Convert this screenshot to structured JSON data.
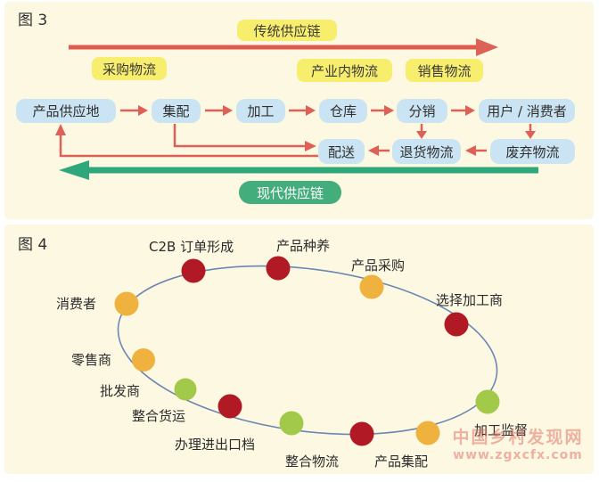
{
  "figure3": {
    "title": "图 3",
    "top_banner": "传统供应链",
    "stage_labels": [
      {
        "label": "采购物流"
      },
      {
        "label": "产业内物流"
      },
      {
        "label": "销售物流"
      }
    ],
    "main_flow": [
      "产品供应地",
      "集配",
      "加工",
      "仓库",
      "分销",
      "用户 / 消费者"
    ],
    "reverse_flow": [
      "配送",
      "退货物流",
      "废弃物流"
    ],
    "bottom_banner": "现代供应链",
    "colors": {
      "forward_arrow": "#e05a50",
      "reverse_arrow": "#2ea87a",
      "node_fill": "#cbe4f3",
      "highlight_fill": "#f7ee6e",
      "banner_green_fill": "#43ad7c"
    }
  },
  "figure4": {
    "title": "图 4",
    "cycle_nodes": [
      {
        "label": "C2B 订单形成",
        "color": "red"
      },
      {
        "label": "产品种养",
        "color": "red"
      },
      {
        "label": "产品采购",
        "color": "orange"
      },
      {
        "label": "选择加工商",
        "color": "red"
      },
      {
        "label": "加工监督",
        "color": "green"
      },
      {
        "label": "产品集配",
        "color": "orange"
      },
      {
        "label": "整合物流",
        "color": "red"
      },
      {
        "label": "办理进出口档",
        "color": "green"
      },
      {
        "label": "整合货运",
        "color": "red"
      },
      {
        "label": "批发商",
        "color": "green"
      },
      {
        "label": "零售商",
        "color": "orange"
      },
      {
        "label": "消费者",
        "color": "orange"
      }
    ],
    "dot_colors": {
      "red": "#b11a24",
      "orange": "#f0b23e",
      "green": "#a2c94a"
    },
    "ellipse_color": "#6b87b3"
  },
  "watermark": {
    "line1": "中国乡村发现网",
    "line2": "www.zgxcfx.com"
  }
}
